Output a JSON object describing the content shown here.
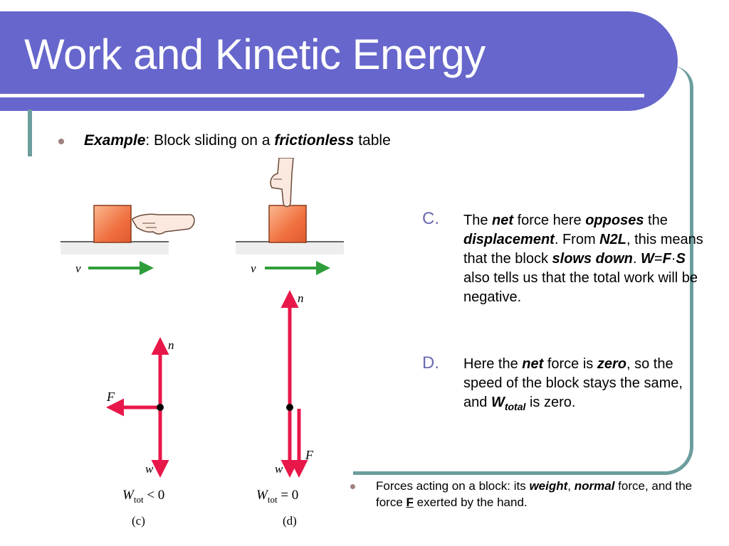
{
  "slide": {
    "title": "Work and Kinetic Energy",
    "example": {
      "label": "Example",
      "text_1": ": Block sliding on a ",
      "emphasis": "frictionless",
      "text_2": " table"
    },
    "items": [
      {
        "marker": "C.",
        "t1": "The ",
        "b1": "net",
        "t2": " force here ",
        "b2": "opposes",
        "t3": " the ",
        "b3": "displacement",
        "t4": ". From ",
        "b4": "N2L",
        "t5": ", this means that the block ",
        "b5": "slows down",
        "t6": ". ",
        "b6": "W",
        "t7": "=",
        "b7": "F",
        "t8": "·",
        "b8": "S",
        "t9": " also tells us that the total work will be negative."
      },
      {
        "marker": "D.",
        "t1": "Here the ",
        "b1": "net",
        "t2": " force is ",
        "b2": "zero",
        "t3": ", so the speed of the block stays the same, and ",
        "b3": "W",
        "sub": "total",
        "t4": " is zero."
      }
    ],
    "footer": {
      "t1": "Forces acting on a block: its ",
      "b1": "weight",
      "t2": ", ",
      "b2": "normal",
      "t3": " force, and the force ",
      "b3": "F",
      "t4": " exerted by the hand."
    }
  },
  "figure": {
    "velocity_symbol": "v",
    "normal_symbol": "n",
    "weight_symbol": "w",
    "force_symbol": "F",
    "panel_c": {
      "result_prefix": "W",
      "result_sub": "tot",
      "result_relation": " < 0",
      "caption": "(c)"
    },
    "panel_d": {
      "result_prefix": "W",
      "result_sub": "tot",
      "result_relation": " = 0",
      "caption": "(d)"
    },
    "colors": {
      "force_arrow": "#e8174a",
      "velocity_arrow": "#2f9e3a",
      "block": "#f07040",
      "header": "#6666cc",
      "frame": "#6c9d9d"
    }
  }
}
